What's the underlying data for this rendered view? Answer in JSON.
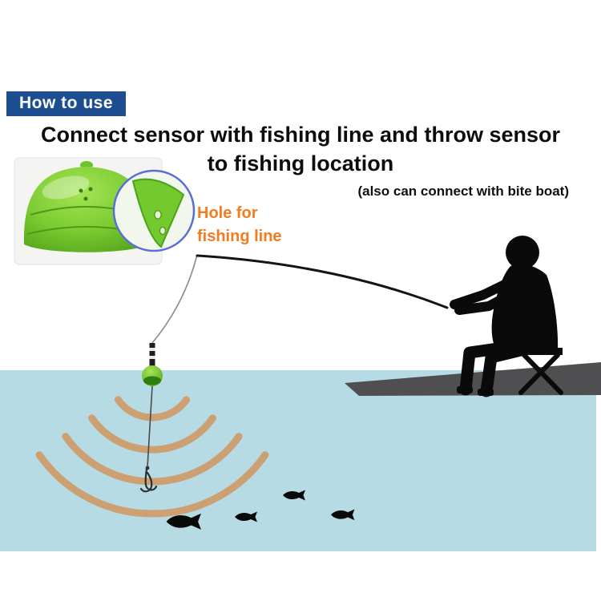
{
  "badge": {
    "label": "How to use"
  },
  "heading": {
    "line1": "Connect sensor with fishing line and throw sensor",
    "line2": "to fishing location"
  },
  "note": {
    "text": "(also can connect with bite boat)"
  },
  "callout": {
    "line1": "Hole for",
    "line2": "fishing line"
  },
  "colors": {
    "badge_blue": "#1d4e91",
    "accent_orange": "#f47b20",
    "sensor_green": "#6cc32c",
    "sensor_green_dark": "#3e8f12",
    "water": "#b7dbe4",
    "pier": "#4f4f51",
    "silhouette": "#0a0a0a",
    "sonar": "#cf9a66",
    "magnifier_ring": "#5a6fd6"
  }
}
